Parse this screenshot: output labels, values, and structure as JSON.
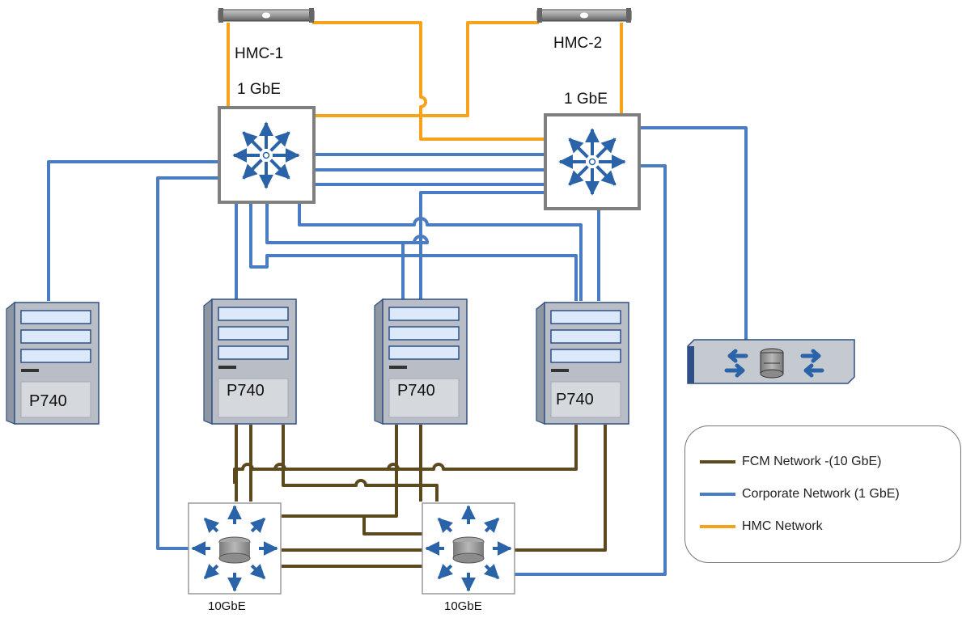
{
  "labels": {
    "hmc1": "HMC-1",
    "hmc2": "HMC-2",
    "switch1_speed": "1 GbE",
    "switch2_speed": "1 GbE",
    "fcm1_speed": "10GbE",
    "fcm2_speed": "10GbE"
  },
  "servers": [
    "P740",
    "P740",
    "P740",
    "P740"
  ],
  "legend": [
    {
      "label": "FCM Network -(10 GbE)",
      "color": "#5c4a1e"
    },
    {
      "label": "Corporate Network (1 GbE)",
      "color": "#4a7cc4"
    },
    {
      "label": "HMC Network",
      "color": "#f5a31a"
    }
  ],
  "colors": {
    "fcm": "#5c4a1e",
    "corporate": "#4a7cc4",
    "hmc": "#f5a31a",
    "arrow": "#2a63a8",
    "server_body": "#b9bec6",
    "server_border": "#2f4f86",
    "slot": "#dbe9fb"
  },
  "icons": {
    "hmc": "rack-unit-icon",
    "switch": "network-switch-icon",
    "fcm_switch": "storage-switch-icon",
    "server": "server-tower-icon",
    "router": "router-icon"
  }
}
